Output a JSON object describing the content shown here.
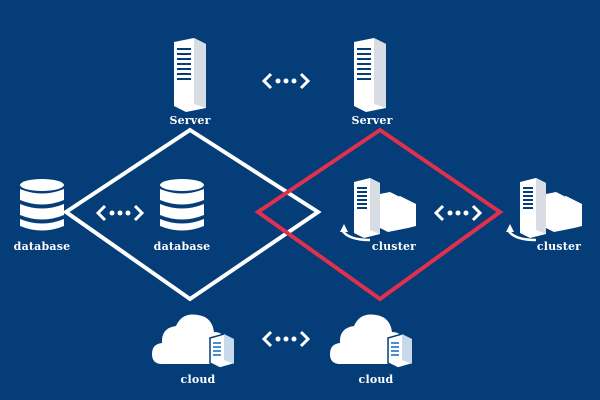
{
  "labels": {
    "server_left": "Server",
    "server_right": "Server",
    "database_left": "database",
    "database_center": "database",
    "cluster_center": "cluster",
    "cluster_right": "cluster",
    "cloud_left": "cloud",
    "cloud_right": "cloud"
  },
  "colors": {
    "background": "#053d79",
    "white_diamond": "#ffffff",
    "red_diamond": "#e0304e",
    "icon": "#ffffff",
    "icon_accent": "#4a8fd6"
  },
  "icons": {
    "server": "server-tower-icon",
    "database": "database-cylinder-icon",
    "cluster": "server-cluster-icon",
    "cloud": "cloud-computing-icon",
    "connector": "bidirectional-dots-arrow-icon"
  }
}
